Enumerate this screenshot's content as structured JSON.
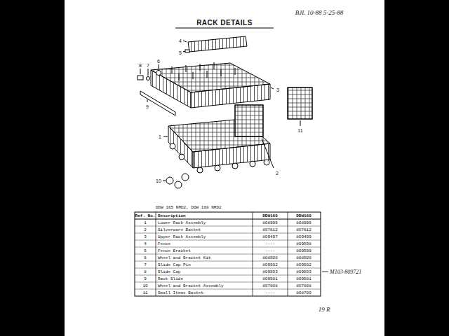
{
  "diagram": {
    "title": "RACK DETAILS",
    "labels": [
      "BJL 10-88 5-25-88",
      "4",
      "5",
      "8",
      "7",
      "6",
      "3",
      "9",
      "11",
      "2",
      "1",
      "10",
      "DDW 165 NMD2, DDW 160 NMD2",
      "Ref. No.",
      "Description",
      "DDW165",
      "DDW160",
      "1",
      "Lower Rack Assembly",
      "808995",
      "808995",
      "2",
      "Silverware Basket",
      "807612",
      "807612",
      "3",
      "Upper Rack Assembly",
      "809497",
      "809499",
      "4",
      "Fence",
      "----",
      "809598",
      "5",
      "Fence Bracket",
      "----",
      "809599",
      "6",
      "Wheel and Bracket Kit",
      "808500",
      "808500",
      "7",
      "Slide Cap Pin",
      "809502",
      "809502",
      "8",
      "Slide Cap",
      "809503",
      "809503",
      "9",
      "Rack Slide",
      "809501",
      "809501",
      "10",
      "Wheel and Bracket Assembly",
      "807808",
      "807808",
      "11",
      "Small Items Basket",
      "----",
      "808700",
      "M103-809721",
      "19 R"
    ]
  }
}
